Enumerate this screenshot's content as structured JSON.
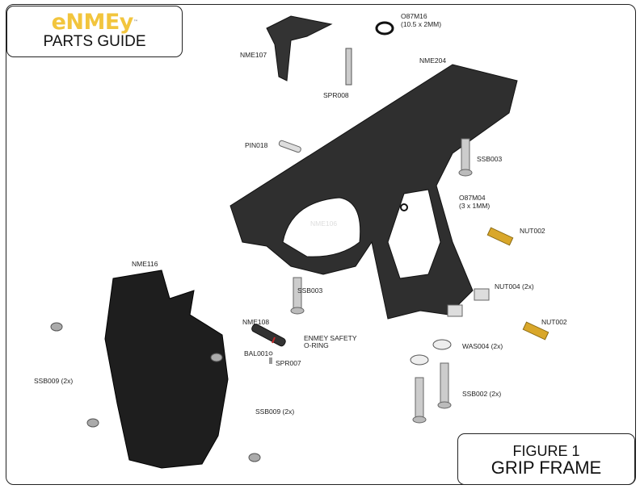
{
  "header": {
    "brand": "eNMEy",
    "trademark": "™",
    "subtitle": "PARTS GUIDE"
  },
  "figure": {
    "number": "FIGURE 1",
    "title": "GRIP FRAME"
  },
  "colors": {
    "brand_yellow": "#f2c53d",
    "part_dark": "#2b2b2b",
    "brass": "#d9a72a",
    "steel": "#c8c8c8"
  },
  "labels": {
    "o87m16": "O87M16",
    "o87m16_size": "(10.5 x 2MM)",
    "nme107": "NME107",
    "nme204": "NME204",
    "spr008": "SPR008",
    "pin018": "PIN018",
    "ssb003_top": "SSB003",
    "o87m04": "O87M04",
    "o87m04_size": "(3 x 1MM)",
    "nme106": "NME106",
    "nut002_top": "NUT002",
    "nme116": "NME116",
    "ssb003_mid": "SSB003",
    "nut004": "NUT004 (2x)",
    "nme108": "NME108",
    "nut002_bottom": "NUT002",
    "safety_oring_1": "ENMEY SAFETY",
    "safety_oring_2": "O-RING",
    "was004": "WAS004 (2x)",
    "bal001": "BAL001",
    "spr007": "SPR007",
    "ssb009_left": "SSB009 (2x)",
    "ssb002": "SSB002 (2x)",
    "ssb009_bottom": "SSB009 (2x)"
  }
}
